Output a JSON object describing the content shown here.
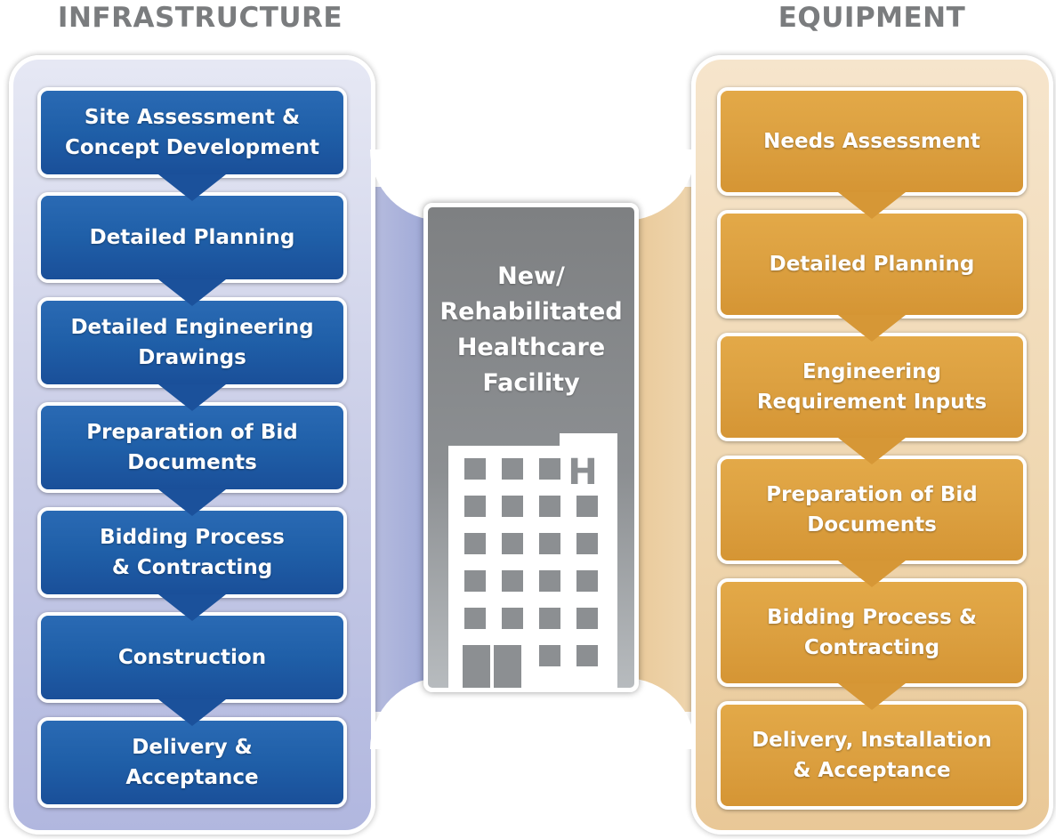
{
  "headings": {
    "infrastructure": "INFRASTRUCTURE",
    "equipment": "EQUIPMENT"
  },
  "infrastructure_steps": [
    {
      "label": "Site Assessment &\nConcept Development"
    },
    {
      "label": "Detailed Planning"
    },
    {
      "label": "Detailed Engineering\nDrawings"
    },
    {
      "label": "Preparation of Bid\nDocuments"
    },
    {
      "label": "Bidding Process\n& Contracting"
    },
    {
      "label": "Construction"
    },
    {
      "label": "Delivery &\nAcceptance"
    }
  ],
  "equipment_steps": [
    {
      "label": "Needs Assessment"
    },
    {
      "label": "Detailed Planning"
    },
    {
      "label": "Engineering\nRequirement Inputs"
    },
    {
      "label": "Preparation of Bid\nDocuments"
    },
    {
      "label": "Bidding Process &\nContracting"
    },
    {
      "label": "Delivery, Installation\n& Acceptance"
    }
  ],
  "facility": {
    "title": "New/\nRehabilitated\nHealthcare\nFacility",
    "sign_letter": "H",
    "icon": "hospital-building-icon"
  },
  "colors": {
    "infrastructure_step": "#1f5fa8",
    "equipment_step": "#dca040",
    "facility_card": "#8c8f92"
  }
}
